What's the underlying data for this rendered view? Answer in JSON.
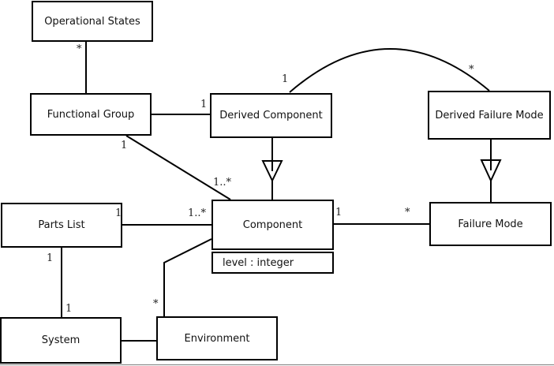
{
  "diagram": {
    "classes": {
      "operational_states": {
        "name": "Operational States"
      },
      "functional_group": {
        "name": "Functional Group"
      },
      "derived_component": {
        "name": "Derived Component"
      },
      "derived_failure_mode": {
        "name": "Derived Failure Mode"
      },
      "parts_list": {
        "name": "Parts List"
      },
      "component": {
        "name": "Component",
        "attribute": "level : integer"
      },
      "failure_mode": {
        "name": "Failure Mode"
      },
      "system": {
        "name": "System"
      },
      "environment": {
        "name": "Environment"
      }
    },
    "multiplicities": {
      "op_states_end": "*",
      "fg_dc_end": "1",
      "fg_comp_fg_end": "1",
      "fg_comp_comp_end": "1..*",
      "dc_dfm_dc_end": "1",
      "dc_dfm_dfm_end": "*",
      "pl_comp_pl_end": "1",
      "pl_comp_comp_end": "1..*",
      "comp_fm_comp_end": "1",
      "comp_fm_fm_end": "*",
      "pl_sys_pl_end": "1",
      "pl_sys_sys_end": "1",
      "env_comp_env_end": "*"
    },
    "colors": {
      "line": "#000000",
      "background": "#ffffff",
      "box_fill": "#ffffff"
    }
  }
}
